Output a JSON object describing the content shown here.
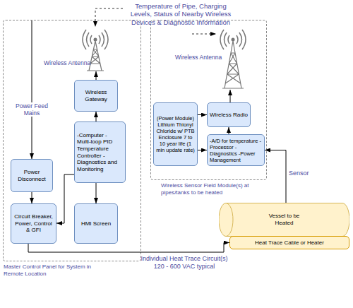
{
  "diagram": {
    "nodes": [
      {
        "text": [
          "Master Control Panel for System in Remote Location"
        ]
      },
      {
        "text": [
          "Wireless Sensor Field Module(s) at pipes/tanks to be heated"
        ]
      },
      {
        "text": [
          "Wireless Gateway"
        ],
        "in": 0
      },
      {
        "text": [
          "-Computer -Multi-loop PID Temperature Controller -Diagnostics and Monitoring"
        ],
        "in": 0
      },
      {
        "text": [
          "Power Disconnect"
        ],
        "in": 0
      },
      {
        "text": [
          "Circuit Breaker, Power, Control & GFI"
        ],
        "in": 0
      },
      {
        "text": [
          "HMI Screen"
        ],
        "in": 0
      },
      {
        "text": [
          "(Power Module) Lithium Thionyl Chloride w/ PTB Enclosure 7 to 10 year life (1 min update rate)"
        ],
        "in": 1
      },
      {
        "text": [
          "Wireless Radio"
        ],
        "in": 1
      },
      {
        "text": [
          "-A/D for temperature -Processor -Diagnostics -Power Management"
        ],
        "in": 1
      },
      {
        "text": [
          "Vessel to be Heated"
        ]
      },
      {
        "text": [
          "Heat Trace Cable or Heater"
        ]
      }
    ],
    "edges": [
      {
        "from": 4,
        "to": 5,
        "arrow": "to"
      },
      {
        "from": 3,
        "to": 2,
        "arrow": "to"
      },
      {
        "from": 3,
        "to": 6,
        "arrow": "to"
      },
      {
        "from": 3,
        "to": 5,
        "arrow": "to"
      },
      {
        "from": 5,
        "to": 11,
        "label": "Individual Heat Trace Circuit(s) 120 - 600 VAC typical",
        "arrow": "to"
      },
      {
        "from": 7,
        "to": 8,
        "arrow": "to"
      },
      {
        "from": 7,
        "to": 9,
        "arrow": "to"
      },
      {
        "from": 9,
        "to": 8,
        "arrow": "to"
      },
      {
        "from": 10,
        "to": 9,
        "label": "Sensor",
        "arrow": "to"
      }
    ],
    "labels": [
      "Temperature of Pipe, Charging Levels, Status of Nearby Wireless Devices & Diagnostic Information",
      "Wireless Antenna",
      "Wireless Antenna",
      "Power Feed Mains"
    ]
  }
}
